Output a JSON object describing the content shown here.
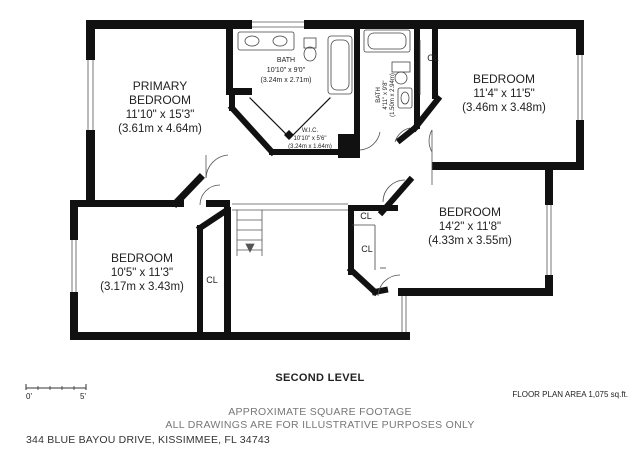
{
  "rooms": {
    "primary": {
      "name_1": "PRIMARY",
      "name_2": "BEDROOM",
      "dim_ft": "11'10\" x 15'3\"",
      "dim_m": "(3.61m x 4.64m)"
    },
    "bath": {
      "name": "BATH",
      "dim_ft": "10'10\" x 9'0\"",
      "dim_m": "(3.24m x 2.71m)"
    },
    "wic": {
      "name": "W.I.C.",
      "dim_ft": "10'10\" x 5'6\"",
      "dim_m": "(3.24m x 1.64m)"
    },
    "bath2": {
      "name": "BATH",
      "dim_ft": "4'11\" x 9'8\"",
      "dim_m": "(1.50m x 2.94m)"
    },
    "bedroom_ne": {
      "name": "BEDROOM",
      "dim_ft": "11'4\" x 11'5\"",
      "dim_m": "(3.46m x 3.48m)"
    },
    "bedroom_e": {
      "name": "BEDROOM",
      "dim_ft": "14'2\" x 11'8\"",
      "dim_m": "(4.33m x 3.55m)"
    },
    "bedroom_sw": {
      "name": "BEDROOM",
      "dim_ft": "10'5\" x 11'3\"",
      "dim_m": "(3.17m x 3.43m)"
    }
  },
  "closets": {
    "ne": "CL",
    "sw": "CL",
    "mid_1": "CL",
    "mid_2": "CL"
  },
  "footer": {
    "level_title": "SECOND LEVEL",
    "area": "FLOOR PLAN AREA 1,075 sq.ft.",
    "scale_zero": "0'",
    "scale_five": "5'",
    "disclaimer_1": "APPROXIMATE SQUARE FOOTAGE",
    "disclaimer_2": "ALL DRAWINGS ARE FOR ILLUSTRATIVE PURPOSES ONLY",
    "address": "344 BLUE BAYOU DRIVE, KISSIMMEE, FL 34743"
  }
}
